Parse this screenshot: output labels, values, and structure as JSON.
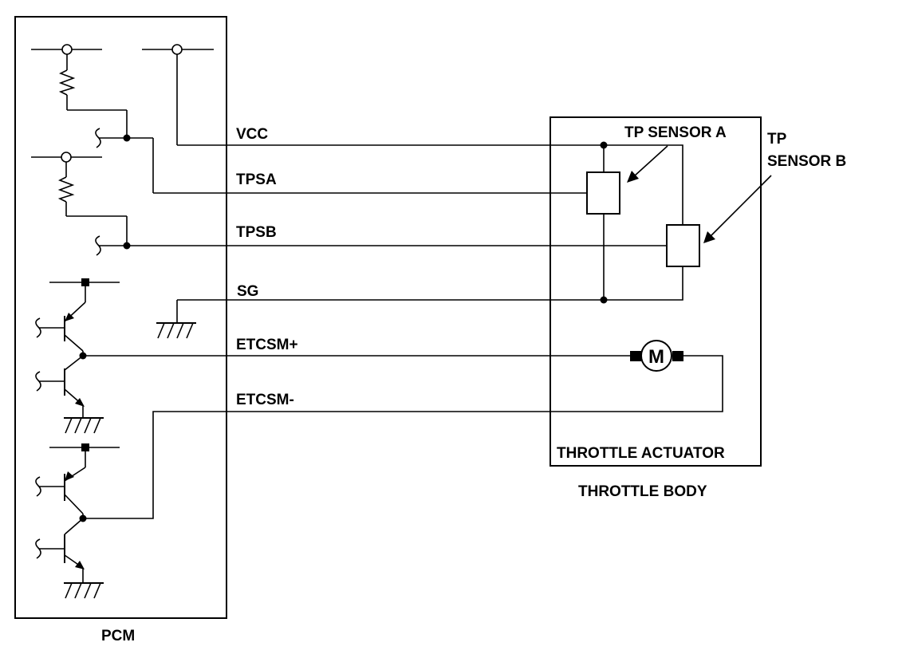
{
  "modules": {
    "pcm": "PCM",
    "throttle_body": "THROTTLE BODY",
    "throttle_actuator": "THROTTLE ACTUATOR"
  },
  "sensors": {
    "tp_sensor_a": "TP SENSOR A",
    "tp_sensor_b_line1": "TP",
    "tp_sensor_b_line2": "SENSOR B"
  },
  "signals": {
    "vcc": "VCC",
    "tpsa": "TPSA",
    "tpsb": "TPSB",
    "sg": "SG",
    "etcsm_plus": "ETCSM+",
    "etcsm_minus": "ETCSM-"
  },
  "motor_symbol": "M"
}
